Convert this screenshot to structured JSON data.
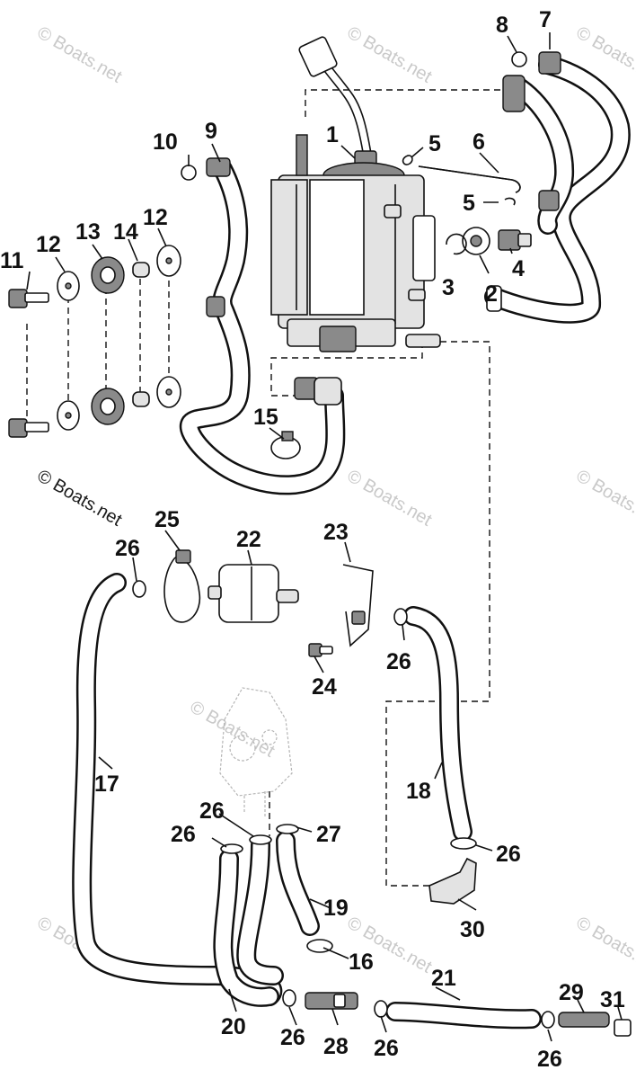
{
  "watermarks": [
    "© Boats.net",
    "© Boats.net",
    "© Boats.net",
    "© Boats.net",
    "© Boats.net",
    "© Boats.net",
    "© Boats.net",
    "© Boats.net",
    "© Boats.net",
    "© Boats.net"
  ],
  "callouts": {
    "c1": "1",
    "c2": "2",
    "c3": "3",
    "c4": "4",
    "c5a": "5",
    "c5b": "5",
    "c6": "6",
    "c7": "7",
    "c8": "8",
    "c9": "9",
    "c10": "10",
    "c11": "11",
    "c12a": "12",
    "c12b": "12",
    "c13": "13",
    "c14": "14",
    "c15": "15",
    "c16": "16",
    "c17": "17",
    "c18": "18",
    "c19": "19",
    "c20": "20",
    "c21": "21",
    "c22": "22",
    "c23": "23",
    "c24": "24",
    "c25": "25",
    "c26a": "26",
    "c26b": "26",
    "c26c": "26",
    "c26d": "26",
    "c26e": "26",
    "c26f": "26",
    "c26g": "26",
    "c26h": "26",
    "c27": "27",
    "c28": "28",
    "c29": "29",
    "c30": "30",
    "c31": "31"
  }
}
